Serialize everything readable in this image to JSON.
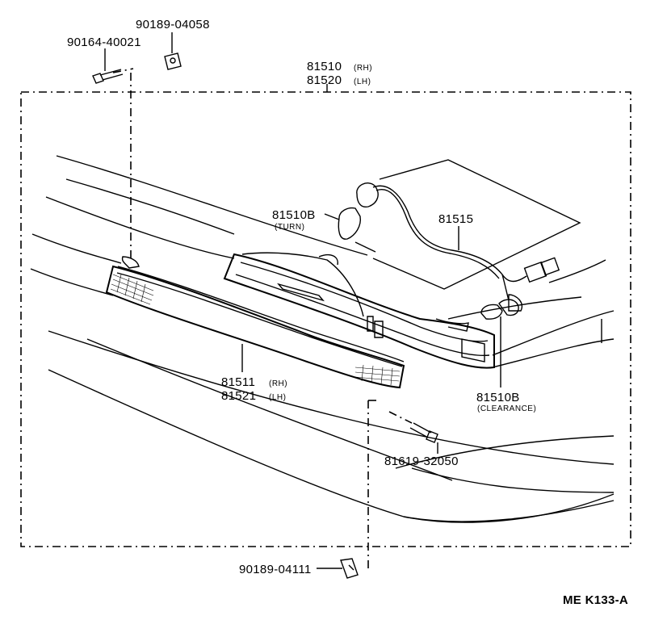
{
  "parts": {
    "bolt_top": "90164-40021",
    "clip_top": "90189-04058",
    "assembly_rh_no": "81510",
    "assembly_rh_side": "(RH)",
    "assembly_lh_no": "81520",
    "assembly_lh_side": "(LH)",
    "bulb_turn_no": "81510B",
    "bulb_turn_desc": "(TURN)",
    "socket_wire": "81515",
    "lens_rh_no": "81511",
    "lens_rh_side": "(RH)",
    "lens_lh_no": "81521",
    "lens_lh_side": "(LH)",
    "bulb_clear_no": "81510B",
    "bulb_clear_desc": "(CLEARANCE)",
    "screw": "81619-32050",
    "clip_bottom": "90189-04111"
  },
  "catalog_code": "ME  K133-A"
}
